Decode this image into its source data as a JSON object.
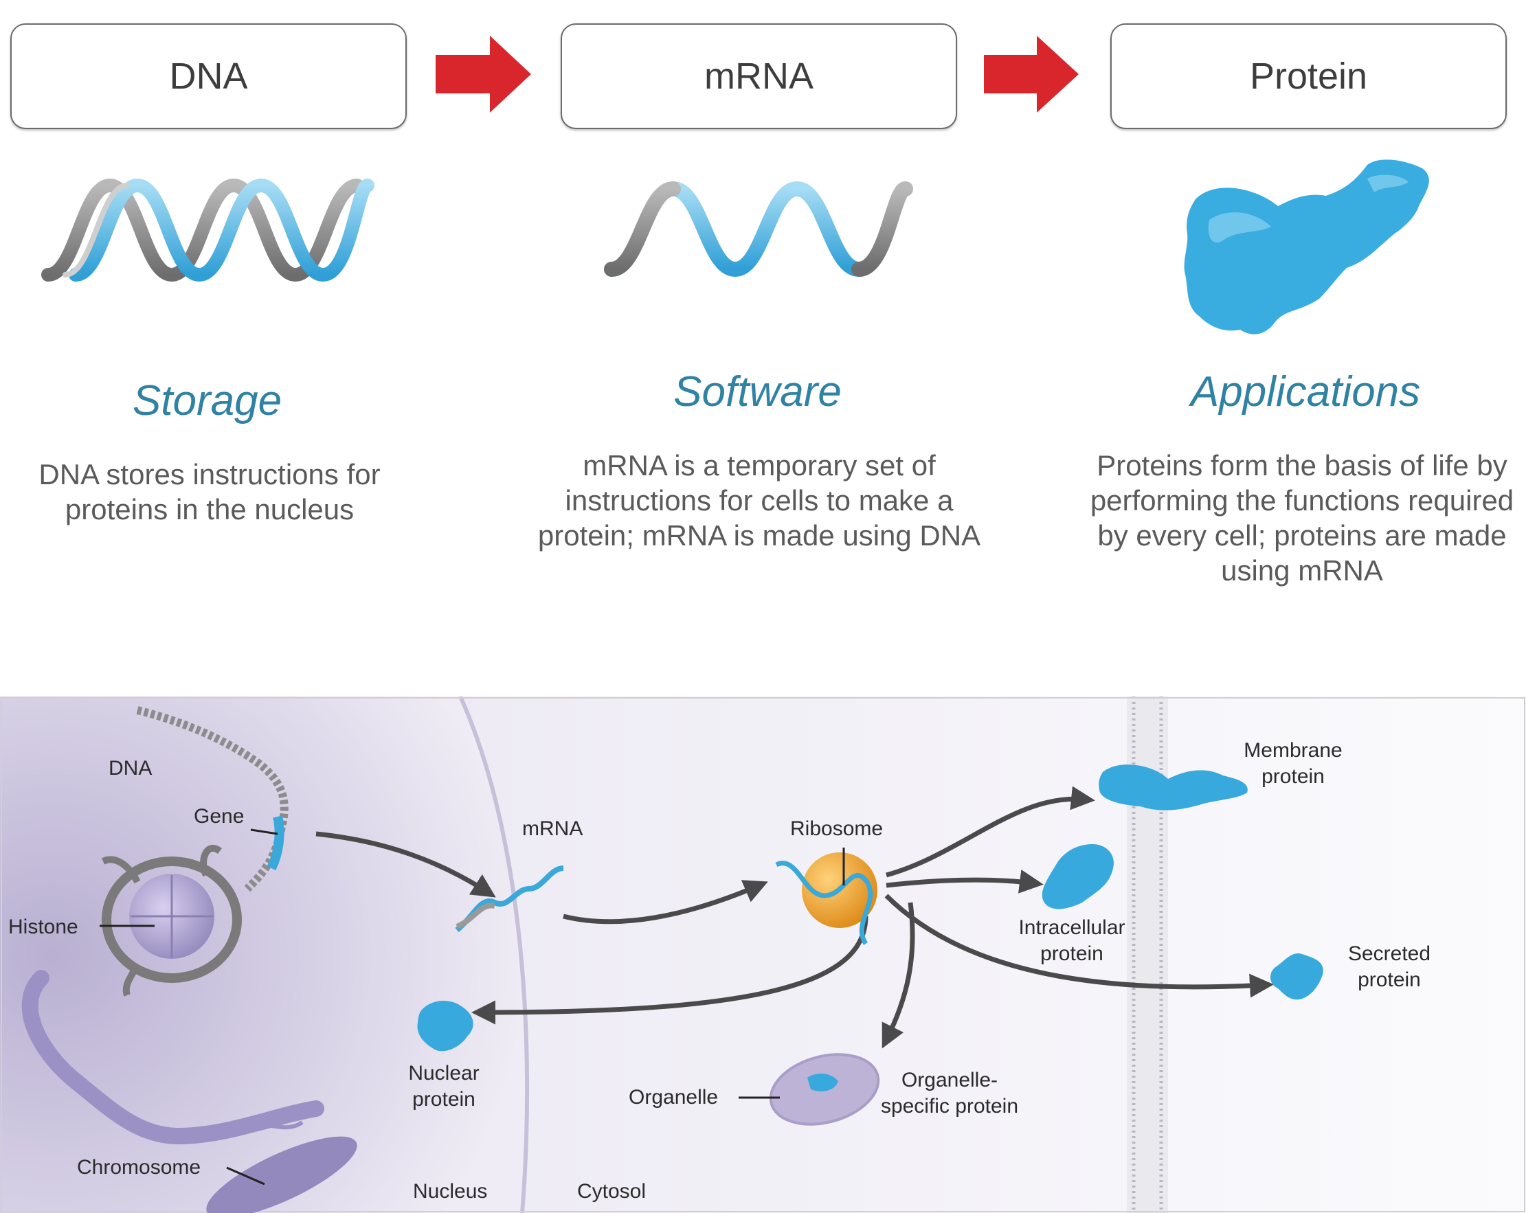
{
  "flow": {
    "boxes": [
      {
        "label": "DNA"
      },
      {
        "label": "mRNA"
      },
      {
        "label": "Protein"
      }
    ],
    "arrow_color": "#d9262c",
    "columns": [
      {
        "caption": "Storage",
        "text_lines": [
          "DNA stores instructions  for",
          "proteins in the nucleus"
        ]
      },
      {
        "caption": "Software",
        "text_lines": [
          "mRNA is a temporary  set of",
          "instructions  for cells to make a",
          "protein;  mRNA is made using DNA"
        ]
      },
      {
        "caption": "Applications",
        "text_lines": [
          "Proteins form the basis of life by",
          "performing the functions  required",
          "by every  cell; proteins are made",
          "using mRNA"
        ]
      }
    ],
    "caption_color": "#2f82a3"
  },
  "illustration": {
    "labels": {
      "dna": "DNA",
      "gene": "Gene",
      "histone": "Histone",
      "chromosome": "Chromosome",
      "mrna": "mRNA",
      "ribosome": "Ribosome",
      "nuclear_protein": [
        "Nuclear",
        "protein"
      ],
      "organelle": "Organelle",
      "organelle_protein": [
        "Organelle-",
        "specific protein"
      ],
      "membrane_protein": [
        "Membrane",
        "protein"
      ],
      "intracellular_protein": [
        "Intracellular",
        "protein"
      ],
      "secreted_protein": [
        "Secreted",
        "protein"
      ],
      "nucleus": "Nucleus",
      "cytosol": "Cytosol"
    },
    "protein_color": "#38a9dc",
    "ribosome_color": "#f0a02a",
    "nucleus_color": "#c9c1dc"
  }
}
